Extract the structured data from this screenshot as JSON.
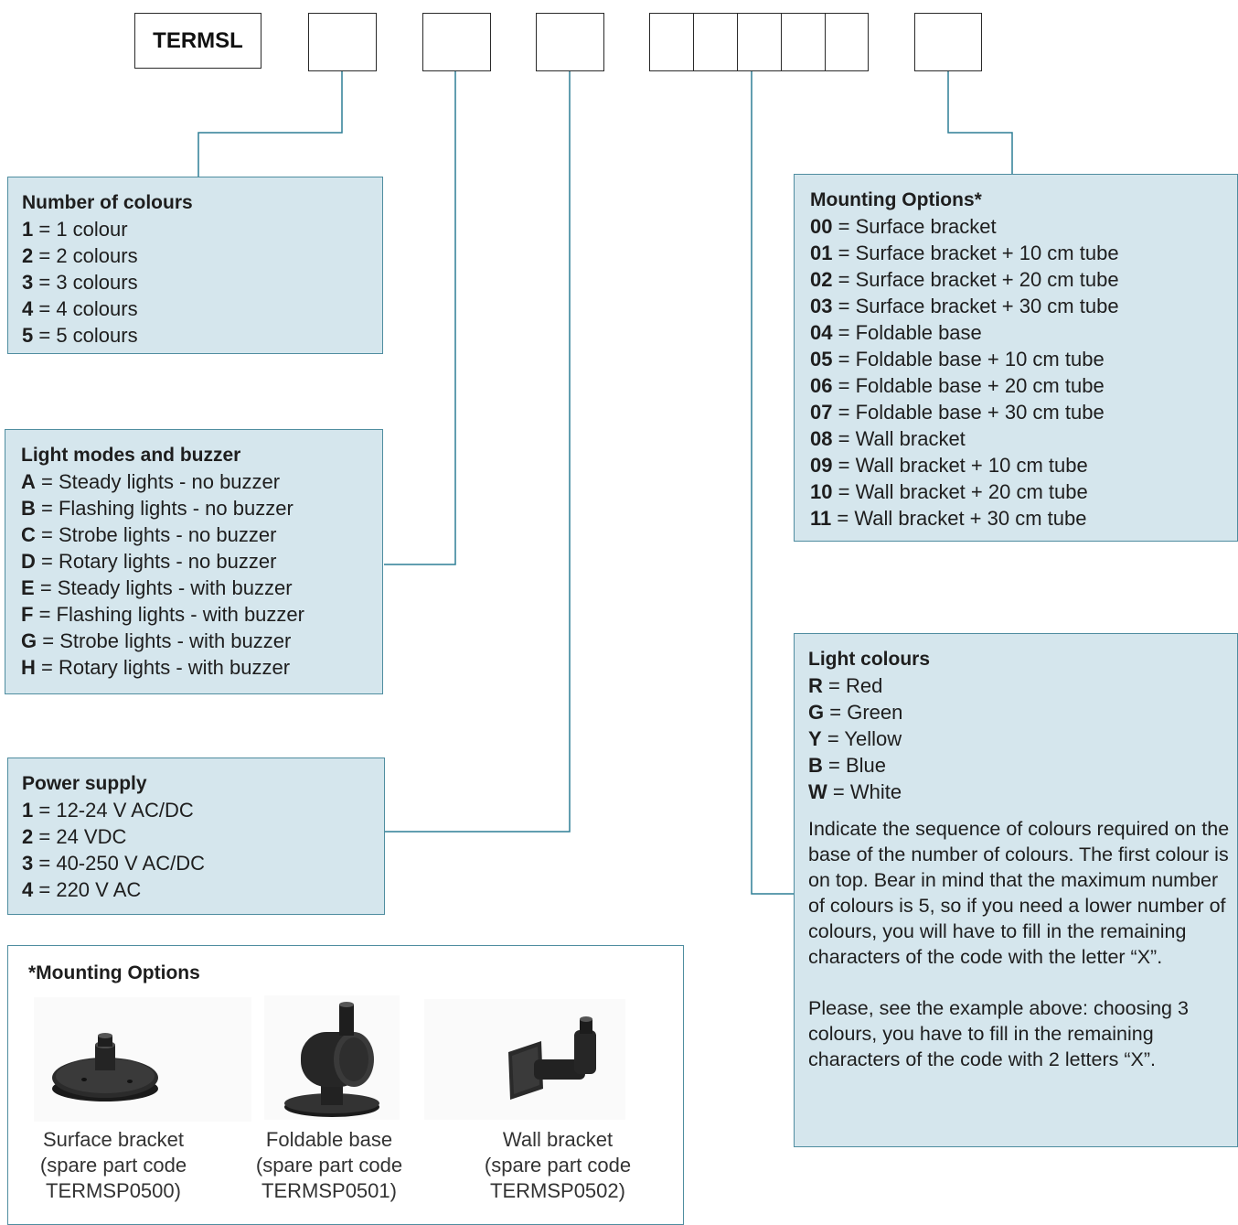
{
  "code": {
    "prefix": "TERMSL"
  },
  "colours": {
    "line": "#2f7f95",
    "panel_fill": "#d5e6ed",
    "panel_border": "#4f8da0"
  },
  "number_of_colours": {
    "title": "Number of colours",
    "items": [
      {
        "code": "1",
        "text": "= 1 colour"
      },
      {
        "code": "2",
        "text": "= 2 colours"
      },
      {
        "code": "3",
        "text": "= 3 colours"
      },
      {
        "code": "4",
        "text": "= 4 colours"
      },
      {
        "code": "5",
        "text": "= 5 colours"
      }
    ]
  },
  "light_modes": {
    "title": "Light modes and buzzer",
    "items": [
      {
        "code": "A",
        "text": "= Steady lights - no buzzer"
      },
      {
        "code": "B",
        "text": "= Flashing lights - no buzzer"
      },
      {
        "code": "C",
        "text": "= Strobe lights - no buzzer"
      },
      {
        "code": "D",
        "text": "= Rotary lights - no buzzer"
      },
      {
        "code": "E",
        "text": "= Steady lights - with buzzer"
      },
      {
        "code": "F",
        "text": "= Flashing lights - with buzzer"
      },
      {
        "code": "G",
        "text": "= Strobe lights - with buzzer"
      },
      {
        "code": "H",
        "text": "= Rotary lights - with buzzer"
      }
    ]
  },
  "power_supply": {
    "title": "Power supply",
    "items": [
      {
        "code": "1",
        "text": "= 12-24 V AC/DC"
      },
      {
        "code": "2",
        "text": "= 24 VDC"
      },
      {
        "code": "3",
        "text": "= 40-250 V AC/DC"
      },
      {
        "code": "4",
        "text": "= 220 V AC"
      }
    ]
  },
  "mounting_options": {
    "title": "Mounting Options*",
    "items": [
      {
        "code": "00",
        "text": "= Surface bracket"
      },
      {
        "code": "01",
        "text": "= Surface bracket + 10 cm tube"
      },
      {
        "code": "02",
        "text": "= Surface bracket + 20 cm tube"
      },
      {
        "code": "03",
        "text": "= Surface bracket + 30 cm tube"
      },
      {
        "code": "04",
        "text": "= Foldable base"
      },
      {
        "code": "05",
        "text": "= Foldable base + 10 cm tube"
      },
      {
        "code": "06",
        "text": "= Foldable base + 20 cm tube"
      },
      {
        "code": "07",
        "text": "= Foldable base + 30 cm tube"
      },
      {
        "code": "08",
        "text": "= Wall bracket"
      },
      {
        "code": "09",
        "text": "= Wall bracket + 10 cm tube"
      },
      {
        "code": "10",
        "text": "= Wall bracket + 20 cm tube"
      },
      {
        "code": "11",
        "text": "= Wall bracket + 30 cm tube"
      }
    ]
  },
  "light_colours": {
    "title": "Light colours",
    "items": [
      {
        "code": "R",
        "text": "= Red"
      },
      {
        "code": "G",
        "text": "= Green"
      },
      {
        "code": "Y",
        "text": "= Yellow"
      },
      {
        "code": "B",
        "text": "= Blue"
      },
      {
        "code": "W",
        "text": "= White"
      }
    ],
    "note_1": "Indicate the sequence of colours required on the base of the number of colours. The first colour is on top. Bear in mind that the maximum number of colours is 5, so if you need a lower number of colours, you will have to fill in the remaining characters of the code with the letter “X”.",
    "note_2": "Please, see the example above: choosing 3 colours, you have to fill in the remaining characters of the code with 2 letters “X”."
  },
  "mounting_images": {
    "title": "*Mounting Options",
    "items": [
      {
        "name": "Surface bracket",
        "line2": "(spare part code",
        "line3": "TERMSP0500)"
      },
      {
        "name": "Foldable base",
        "line2": "(spare part code",
        "line3": "TERMSP0501)"
      },
      {
        "name": "Wall bracket",
        "line2": "(spare part code",
        "line3": "TERMSP0502)"
      }
    ]
  }
}
